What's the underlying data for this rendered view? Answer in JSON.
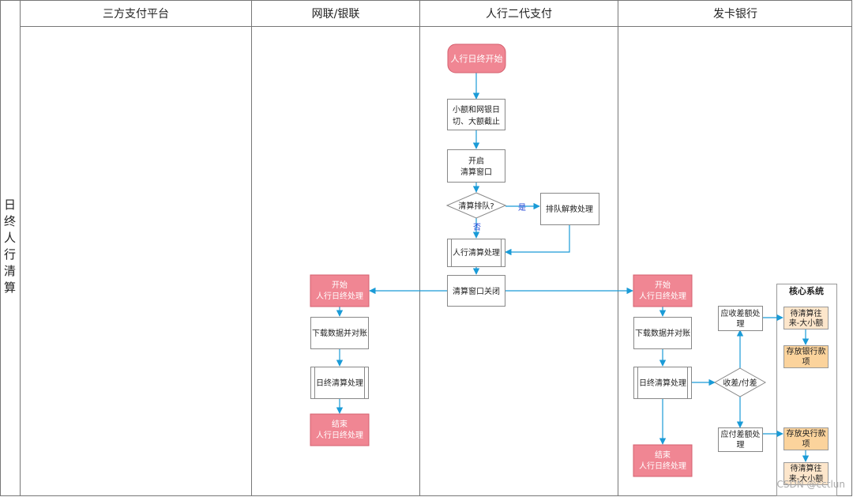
{
  "swimlane": {
    "side_title": [
      "日",
      "终",
      "人",
      "行",
      "清",
      "算"
    ],
    "lanes": [
      "三方支付平台",
      "网联/银联",
      "人行二代支付",
      "发卡银行"
    ]
  },
  "nodes": {
    "pboc_start": "人行日终开始",
    "cutoff": [
      "小额和网银日",
      "切、大额截止"
    ],
    "open_window": [
      "开启",
      "清算窗口"
    ],
    "queue_decision": "清算排队?",
    "queue_relief": "排队解救处理",
    "pboc_clearing": "人行清算处理",
    "close_window": "清算窗口关闭",
    "nu_start": [
      "开始",
      "人行日终处理"
    ],
    "nu_download": "下载数据并对账",
    "nu_clearing": "日终清算处理",
    "nu_end": [
      "结束",
      "人行日终处理"
    ],
    "bank_start": [
      "开始",
      "人行日终处理"
    ],
    "bank_download": "下载数据并对账",
    "bank_clearing": "日终清算处理",
    "bank_end": [
      "结束",
      "人行日终处理"
    ],
    "recv_pay_decision": "收差/付差",
    "recv_diff": [
      "应收差额处",
      "理"
    ],
    "pay_diff": [
      "应付差额处",
      "理"
    ],
    "core_title": "核心系统",
    "core_pending_1": [
      "待清算往",
      "来-大小额"
    ],
    "core_deposit_bank": [
      "存放银行款",
      "项"
    ],
    "core_deposit_central": [
      "存放央行款",
      "项"
    ],
    "core_pending_2": [
      "待清算往",
      "来-大小额"
    ]
  },
  "edge_labels": {
    "yes": "是",
    "no": "否"
  },
  "watermark": "CSDN @cctlun",
  "colors": {
    "start_end_fill": "#f08693",
    "start_end_stroke": "#d4606f",
    "core_fill": "#fde6cb",
    "core_fill_dark": "#fbd39c",
    "arrow": "#1a9bd7",
    "border": "#777777"
  }
}
